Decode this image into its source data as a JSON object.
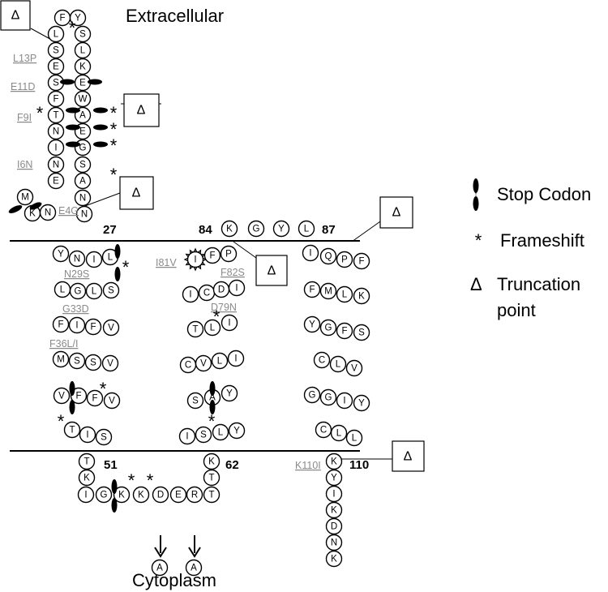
{
  "regions": {
    "extracellular": "Extracellular",
    "cytoplasm": "Cytoplasm"
  },
  "legend": {
    "stop_codon": "Stop Codon",
    "frameshift": "Frameshift",
    "truncation_line1": "Truncation",
    "truncation_line2": "point"
  },
  "symbols": {
    "star": "*",
    "delta": "Δ"
  },
  "residue_numbers": {
    "n27": "27",
    "n84": "84",
    "n87": "87",
    "n51": "51",
    "n62": "62",
    "n110": "110"
  },
  "mutations": {
    "L13P": "L13P",
    "E11D": "E11D",
    "F9I": "F9I",
    "I6N": "I6N",
    "E4G": "E4G",
    "N29S": "N29S",
    "G33D": "G33D",
    "F36L_I": "F36L/I",
    "I81V": "I81V",
    "F82S": "F82S",
    "D79N": "D79N",
    "K110I": "K110I"
  },
  "sequence": {
    "ext_left": [
      "F",
      "L",
      "S",
      "E",
      "S",
      "F",
      "T",
      "N",
      "I",
      "N",
      "E"
    ],
    "ext_right": [
      "Y",
      "S",
      "L",
      "K",
      "E",
      "W",
      "A",
      "E",
      "G",
      "S",
      "A",
      "N",
      "N"
    ],
    "n_term": [
      "M",
      "K",
      "N"
    ],
    "loop_84_87": [
      "K",
      "G",
      "Y",
      "L"
    ],
    "tm1": [
      "Y",
      "N",
      "I",
      "L",
      "L",
      "G",
      "L",
      "S",
      "F",
      "I",
      "F",
      "V",
      "M",
      "S",
      "S",
      "V",
      "V",
      "F",
      "F",
      "V",
      "T",
      "I",
      "S"
    ],
    "tm2": [
      "I",
      "F",
      "P",
      "I",
      "C",
      "D",
      "I",
      "T",
      "L",
      "I",
      "C",
      "V",
      "L",
      "I",
      "S",
      "A",
      "Y",
      "I",
      "S",
      "L",
      "Y"
    ],
    "tm3": [
      "I",
      "Q",
      "P",
      "F",
      "F",
      "M",
      "L",
      "K",
      "Y",
      "G",
      "F",
      "S",
      "C",
      "L",
      "V",
      "G",
      "G",
      "I",
      "Y",
      "C",
      "L",
      "L"
    ],
    "loop_51_62": [
      "T",
      "K",
      "I",
      "G",
      "K",
      "K",
      "D",
      "E",
      "R",
      "T",
      "T",
      "K"
    ],
    "ala_substitutions": [
      "A",
      "A"
    ],
    "c_term": [
      "K",
      "Y",
      "I",
      "K",
      "D",
      "N",
      "K"
    ]
  }
}
